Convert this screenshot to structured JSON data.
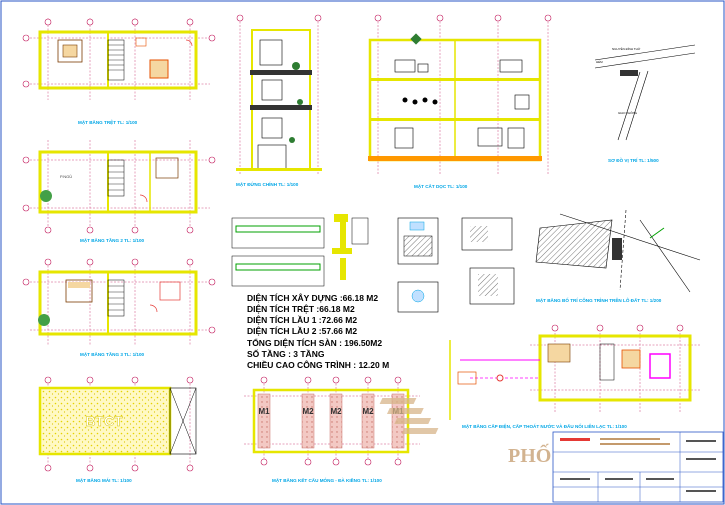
{
  "drawings": {
    "plan_ground": "MẶT BẰNG TRỆT TL: 1/100",
    "elevation": "MẶT ĐỨNG CHÍNH TL: 1/100",
    "section": "MẶT CẮT DỌC TL: 1/100",
    "location": "SƠ ĐỒ VỊ TRÍ TL: 1/500",
    "plan_floor2": "MẶT BẰNG TẦNG 2 TL: 1/100",
    "plan_floor3": "MẶT BẰNG TẦNG 3 TL: 1/100",
    "site_plan": "MẶT BẰNG BỐ TRÍ CÔNG TRÌNH TRÊN LÔ ĐẤT TL: 1/200",
    "roof": "MẶT BẰNG MÁI TL: 1/100",
    "foundation": "MẶT BẰNG KẾT CẤU MÓNG - ĐÀ KIỀNG TL: 1/100",
    "utility": "MẶT BẰNG CẤP ĐIỆN, CẤP THOÁT NƯỚC VÀ ĐẤU NỐI LIÊN LẠC TL: 1/100"
  },
  "map": {
    "street_top": "NGUYỄN ĐÌNH THỨ",
    "street_left": "HẺM",
    "street_bottom": "GIAO THÔNG"
  },
  "stats": [
    "DIỆN TÍCH XÂY DỰNG :66.18 M2",
    "DIỆN TÍCH TRỆT :66.18 M2",
    "DIỆN TÍCH LẦU 1 :72.66 M2",
    "DIỆN TÍCH LẦU 2 :57.66 M2",
    "TỔNG DIỆN TÍCH SÀN : 196.50M2",
    "SỐ TẦNG : 3 TẦNG",
    "CHIỀU CAO CÔNG TRÌNH : 12.20 M"
  ],
  "roof_label": "BTCT",
  "footings": [
    "M1",
    "M2",
    "M2",
    "M2",
    "M1"
  ],
  "watermark": "PHỐ NAM THÀNH",
  "colors": {
    "wall": "#e6e600",
    "grid": "#c2185b",
    "caption": "#00a6e6",
    "accent": "#ff00ff"
  }
}
